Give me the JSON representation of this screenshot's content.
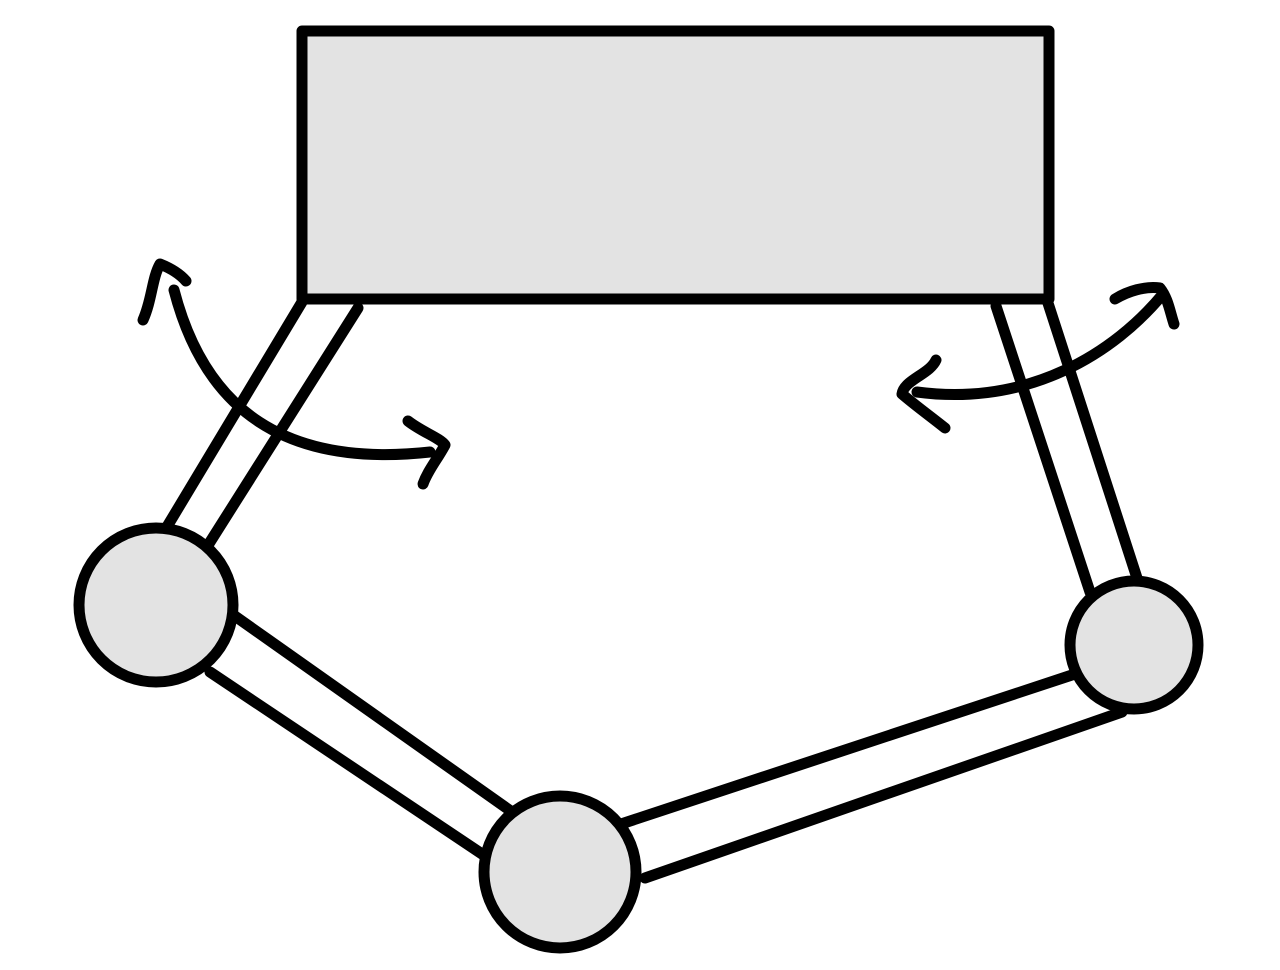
{
  "diagram": {
    "description_text": "",
    "colors": {
      "outline": "#000000",
      "fill": "#e3e3e3",
      "background": "#ffffff"
    },
    "parts": {
      "base_block": {
        "name": "base-block"
      },
      "joints": [
        "left-joint",
        "bottom-joint",
        "right-joint"
      ],
      "links": [
        "left-upper-link",
        "left-lower-link",
        "right-lower-link",
        "right-upper-link"
      ],
      "rotation_arrows": [
        "left-rotation-arrow-icon",
        "right-rotation-arrow-icon"
      ]
    }
  }
}
